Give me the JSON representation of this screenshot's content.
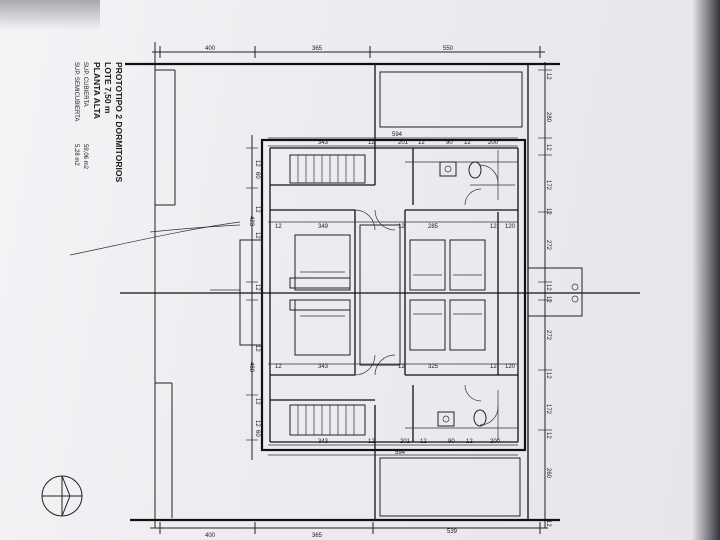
{
  "title": {
    "line1": "PROTOTIPO 2 DORMITORIOS",
    "line2": "LOTE 7,50 m",
    "line3": "PLANTA ALTA",
    "line4_label": "SUP. CUBIERTA",
    "line4_value": "59,06 m2",
    "line5_label": "SUP. SEMICUBIERTA",
    "line5_value": "5,28 m2"
  },
  "dims": {
    "top_a": "400",
    "top_b": "365",
    "top_c": "550",
    "bot_a": "400",
    "bot_b": "365",
    "bot_c": "539",
    "u_main": "594",
    "u_343": "343",
    "u_12a": "12",
    "u_201": "201",
    "u_12b": "12",
    "u_90": "90",
    "u_12c": "12",
    "u_200": "200",
    "m_12a": "12",
    "m_349": "349",
    "m_12b": "12",
    "m_285": "285",
    "m_12c": "12",
    "m_120": "120",
    "l_12a": "12",
    "l_343": "343",
    "l_12b": "12",
    "l_325": "325",
    "l_12c": "12",
    "l_120": "120",
    "b_343": "343",
    "b_12a": "12",
    "b_201": "201",
    "b_12b": "12",
    "b_90": "90",
    "b_12c": "12",
    "b_200": "200",
    "b_main": "594",
    "r_12a": "12",
    "r_280": "280",
    "r_12b": "12",
    "r_172": "172",
    "r_12c": "12",
    "r_272": "272",
    "r_12d": "12",
    "r_12e": "12",
    "r_272b": "272",
    "r_12f": "12",
    "r_172b": "172",
    "r_12g": "12",
    "r_260": "260",
    "r_12h": "12",
    "lf_12a": "12",
    "lf_60": "60",
    "lf_12b": "12",
    "lf_423": "423",
    "lf_12c": "12",
    "lf_12d": "12",
    "lf_12e": "12",
    "lf_460": "460",
    "lf_12f": "12",
    "lf_12g": "12",
    "lf_60b": "60"
  }
}
